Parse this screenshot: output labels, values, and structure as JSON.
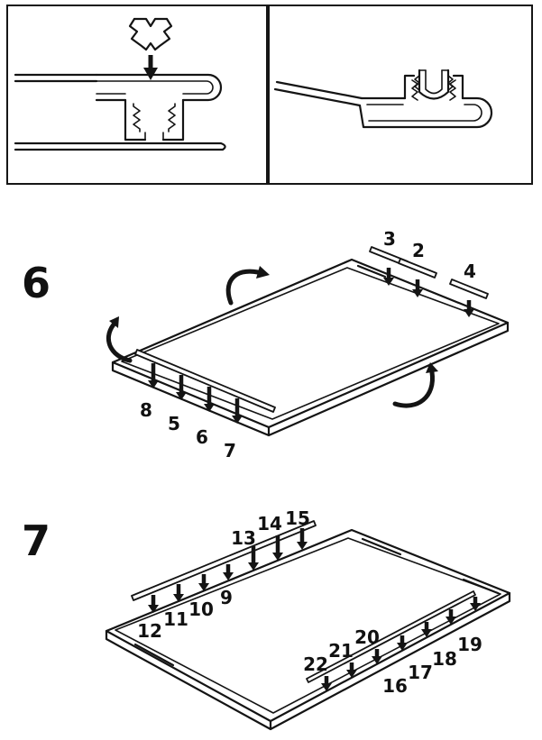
{
  "step6": {
    "label": "6",
    "top_parts": [
      "3",
      "2",
      "4"
    ],
    "bottom_parts": [
      "8",
      "5",
      "6",
      "7"
    ]
  },
  "step7": {
    "label": "7",
    "top_parts": [
      "12",
      "11",
      "10",
      "9",
      "13",
      "14",
      "15"
    ],
    "bottom_parts": [
      "22",
      "21",
      "20",
      "16",
      "17",
      "18",
      "19"
    ]
  }
}
